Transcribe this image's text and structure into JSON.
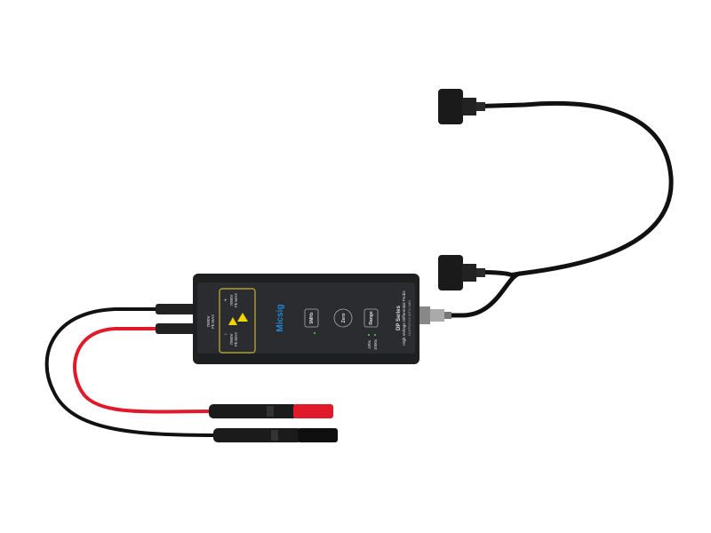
{
  "product": {
    "brand": "Micsig",
    "series": "DP Series",
    "description": "High Voltage Differential Probe",
    "output_spec": "OUTPUT:1V INTO 1MΩ",
    "input_rating_diff": "7000V",
    "input_rating_diff_unit": "Pk MAX",
    "input_rating_plus": "7000V",
    "input_rating_plus_unit": "Pk MAX",
    "input_rating_minus": "7000V",
    "input_rating_minus_unit": "Pk MAX",
    "plus_symbol": "+",
    "minus_symbol": "−",
    "buttons": {
      "bandwidth": "5MHz",
      "zero": "Zero",
      "range": "Range"
    },
    "range_labels": [
      "100x",
      "1000x"
    ]
  },
  "colors": {
    "body": "#1e1f21",
    "accent_blue": "#1e88d6",
    "panel_border": "#c7b23a",
    "warning": "#f2d500",
    "led": "#5bd23a",
    "red_lead": "#e0192b"
  }
}
